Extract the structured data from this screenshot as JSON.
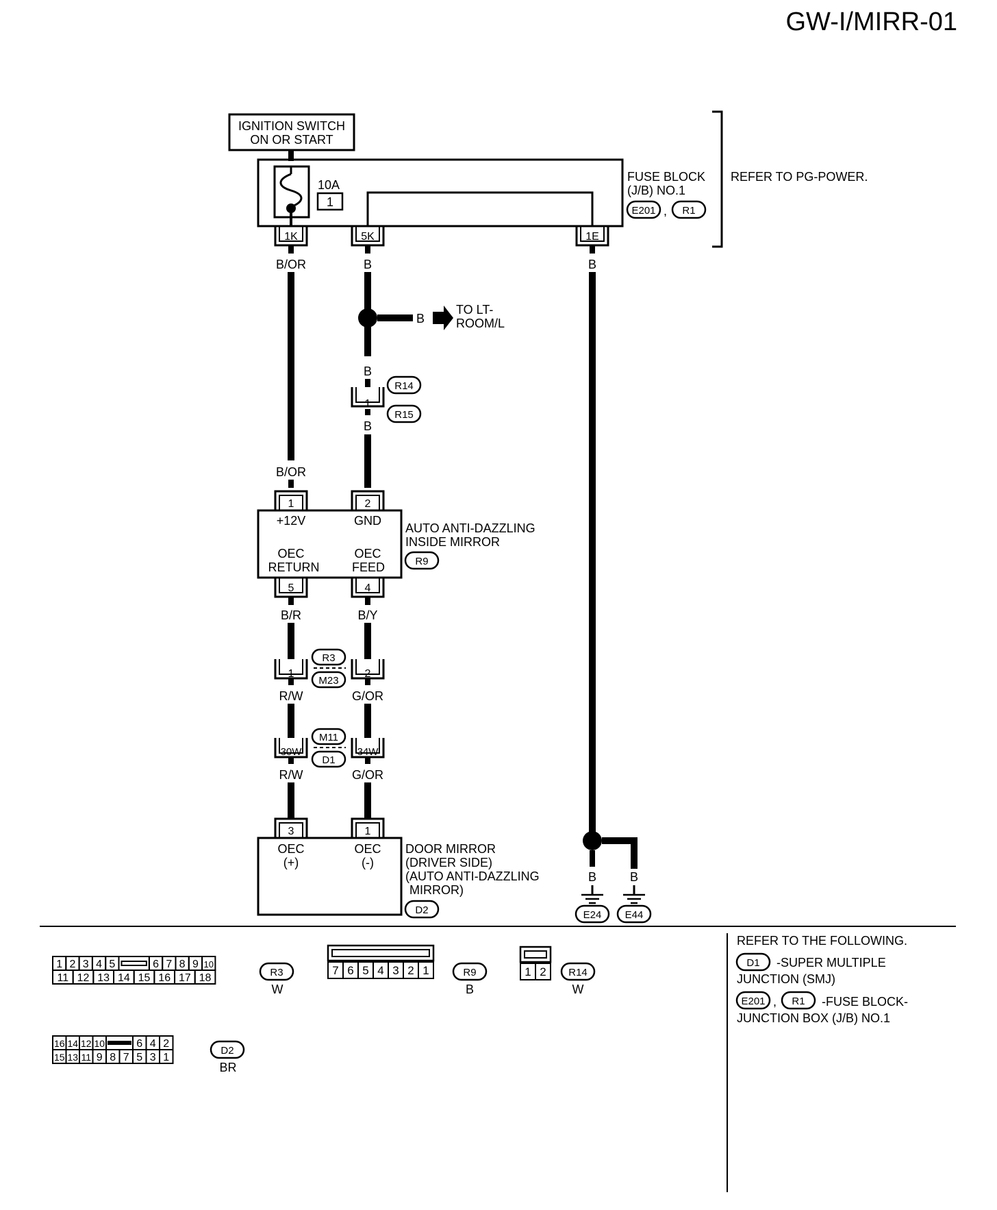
{
  "page_code": "GW-I/MIRR-01",
  "ignition": {
    "line1": "IGNITION SWITCH",
    "line2": "ON OR START"
  },
  "fuse": {
    "amp": "10A",
    "num": "1"
  },
  "fuse_block": {
    "line1": "FUSE BLOCK",
    "line2": "(J/B) NO.1",
    "conn1": "E201",
    "comma": ",",
    "conn2": "R1"
  },
  "refer_pg": "REFER TO PG-POWER.",
  "pins": {
    "k1": "1K",
    "k5": "5K",
    "e1": "1E"
  },
  "wires": {
    "bor": "B/OR",
    "b": "B",
    "br": "B/R",
    "by": "B/Y",
    "rw": "R/W",
    "gor": "G/OR"
  },
  "to_room": {
    "line1": "TO LT-",
    "line2": "ROOM/L"
  },
  "r14_conn": {
    "c1": "R14",
    "pin": "1",
    "c2": "R15"
  },
  "mirror": {
    "pin1": "1",
    "pin2": "2",
    "pin5": "5",
    "pin4": "4",
    "plus12": "+12V",
    "gnd": "GND",
    "oec": "OEC",
    "return": "RETURN",
    "feed": "FEED",
    "name1": "AUTO ANTI-DAZZLING",
    "name2": "INSIDE MIRROR",
    "conn": "R9"
  },
  "joint1": {
    "pinL": "1",
    "pinR": "2",
    "top": "R3",
    "bot": "M23"
  },
  "joint2": {
    "pinL": "30W",
    "pinR": "34W",
    "top": "M11",
    "bot": "D1"
  },
  "door": {
    "pin3": "3",
    "pin1": "1",
    "oec": "OEC",
    "plus": "(+)",
    "minus": "(-)",
    "line1": "DOOR MIRROR",
    "line2": "(DRIVER SIDE)",
    "line3": "(AUTO ANTI-DAZZLING",
    "line4": "MIRROR)",
    "conn": "D2"
  },
  "grounds": {
    "g1": "E24",
    "g2": "E44"
  },
  "connectors": {
    "r3": {
      "name": "R3",
      "color": "W",
      "top": [
        "1",
        "2",
        "3",
        "4",
        "5",
        "6",
        "7",
        "8",
        "9",
        "10"
      ],
      "bottom": [
        "11",
        "12",
        "13",
        "14",
        "15",
        "16",
        "17",
        "18"
      ]
    },
    "r9": {
      "name": "R9",
      "color": "B",
      "pins": [
        "7",
        "6",
        "5",
        "4",
        "3",
        "2",
        "1"
      ]
    },
    "r14": {
      "name": "R14",
      "color": "W",
      "pins": [
        "1",
        "2"
      ]
    },
    "d2": {
      "name": "D2",
      "color": "BR",
      "top": [
        "16",
        "14",
        "12",
        "10",
        "6",
        "4",
        "2"
      ],
      "bottom": [
        "15",
        "13",
        "11",
        "9",
        "8",
        "7",
        "5",
        "3",
        "1"
      ]
    }
  },
  "refer_following": {
    "heading": "REFER TO THE FOLLOWING.",
    "d1": "D1",
    "d1_text1": "-SUPER MULTIPLE",
    "d1_text2": "JUNCTION (SMJ)",
    "e201": "E201",
    "comma": ",",
    "r1": "R1",
    "fb_text1": "-FUSE BLOCK-",
    "fb_text2": "JUNCTION BOX (J/B) NO.1"
  }
}
